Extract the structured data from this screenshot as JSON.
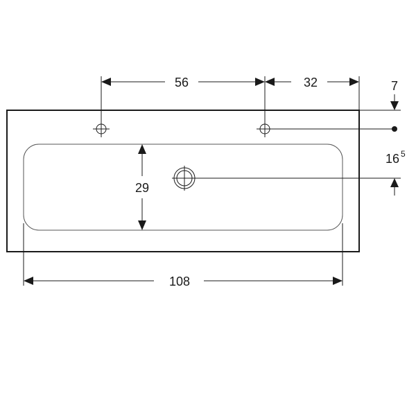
{
  "dimensions": {
    "tap_spacing": "56",
    "tap_to_edge": "32",
    "tap_from_back": "7",
    "drain_offset_main": "16",
    "drain_offset_sup": "5",
    "basin_depth": "29",
    "basin_width": "108"
  },
  "colors": {
    "line": "#1a1a1a",
    "background": "#ffffff"
  }
}
